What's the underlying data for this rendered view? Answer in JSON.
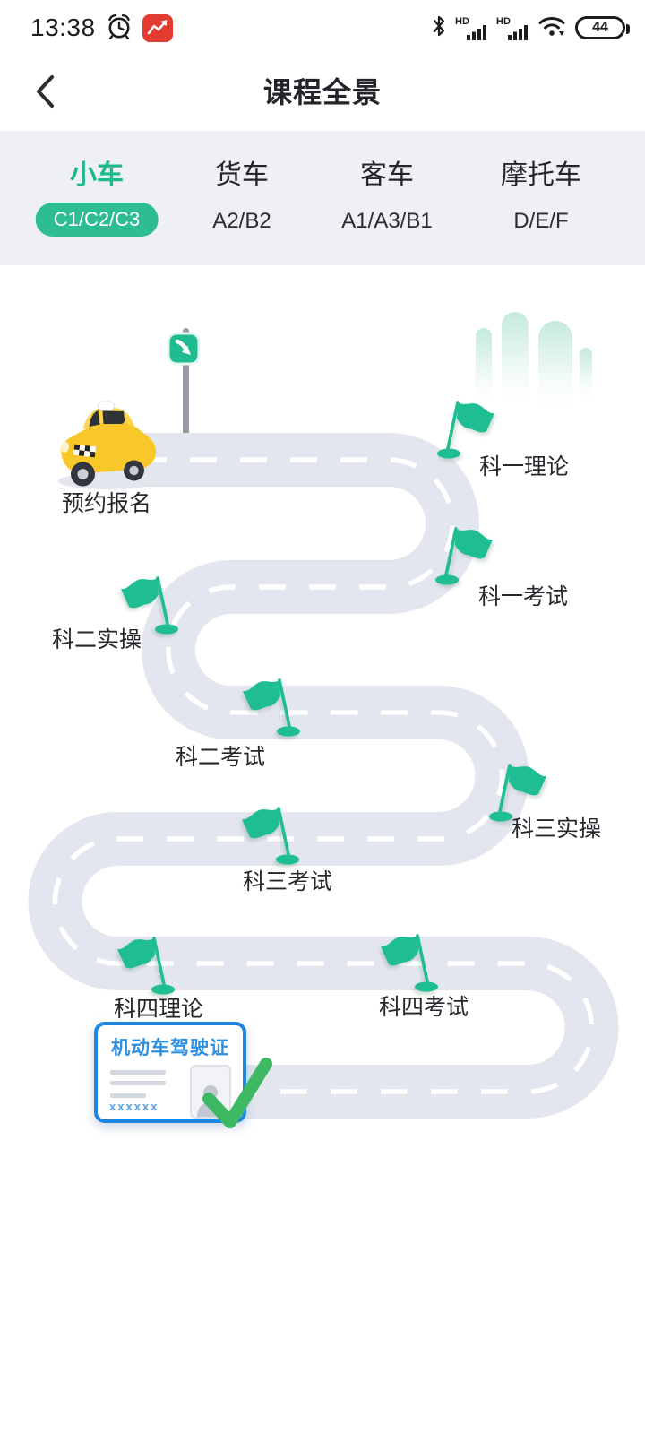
{
  "status_bar": {
    "time": "13:38",
    "battery_percent": "44",
    "sim1_label": "HD",
    "sim2_label": "HD"
  },
  "header": {
    "title": "课程全景"
  },
  "tab_bar": {
    "active_tab": "小车",
    "tabs": [
      {
        "label": "小车",
        "sublabel": "C1/C2/C3"
      },
      {
        "label": "货车",
        "sublabel": "A2/B2"
      },
      {
        "label": "客车",
        "sublabel": "A1/A3/B1"
      },
      {
        "label": "摩托车",
        "sublabel": "D/E/F"
      }
    ]
  },
  "roadmap": {
    "start": {
      "label": "预约报名"
    },
    "milestones": [
      {
        "label": "科一理论"
      },
      {
        "label": "科一考试"
      },
      {
        "label": "科二实操"
      },
      {
        "label": "科二考试"
      },
      {
        "label": "科三实操"
      },
      {
        "label": "科三考试"
      },
      {
        "label": "科四理论"
      },
      {
        "label": "科四考试"
      }
    ],
    "license_card": {
      "title": "机动车驾驶证",
      "serial": "xxxxxx"
    }
  },
  "icons": {
    "back": "chevron-left",
    "alarm": "alarm-clock",
    "app": "red-chart-app",
    "bluetooth": "bluetooth",
    "signal": "cell-signal-bars",
    "wifi": "wifi",
    "battery": "battery-pill",
    "road_sign": "arrow-down-right-sign",
    "vehicle": "yellow-taxi",
    "milestone": "green-flag",
    "completion": "green-check"
  },
  "colors": {
    "brand_green": "#1ebd92",
    "road_gray": "#e3e6ee",
    "tab_section_bg": "#eef0f6",
    "card_blue": "#1d86e0",
    "check_green": "#3eb863",
    "taxi_yellow": "#f8c82b"
  }
}
